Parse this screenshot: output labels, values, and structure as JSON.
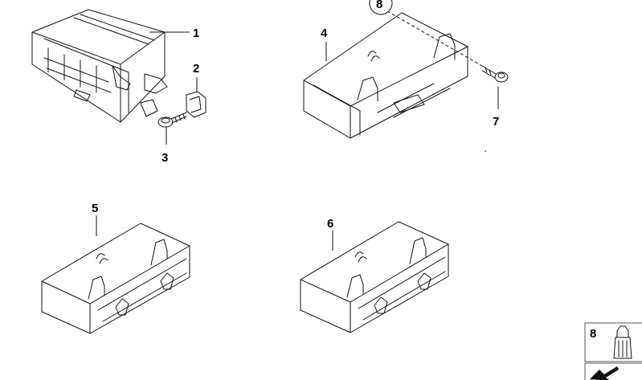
{
  "callouts": {
    "c1": "1",
    "c2": "2",
    "c3": "3",
    "c4": "4",
    "c5": "5",
    "c6": "6",
    "c7": "7",
    "c8": "8",
    "legend": "8"
  },
  "colors": {
    "line": "#111111",
    "background": "#ffffff"
  }
}
